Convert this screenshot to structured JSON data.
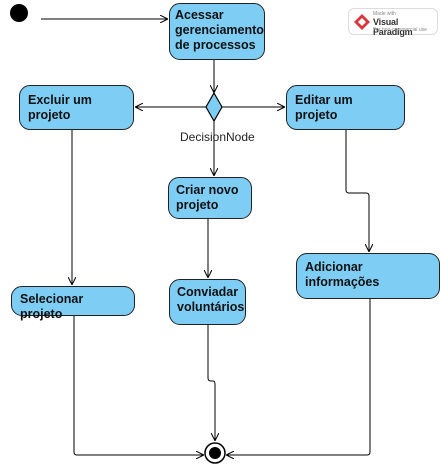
{
  "nodes": {
    "acessar": {
      "lines": [
        "Acessar",
        "gerenciamento",
        "de processos"
      ]
    },
    "excluir": {
      "lines": [
        "Excluir um projeto"
      ]
    },
    "editar": {
      "lines": [
        "Editar um projeto"
      ]
    },
    "criar": {
      "lines": [
        "Criar novo",
        "projeto"
      ]
    },
    "selecionar": {
      "lines": [
        "Selecionar projeto"
      ]
    },
    "conviadar": {
      "lines": [
        "Conviadar",
        "voluntários"
      ]
    },
    "adicionar": {
      "lines": [
        "Adicionar informações"
      ]
    }
  },
  "decision_label": "DecisionNode",
  "watermark": {
    "small": "Made with",
    "brand": "Visual Paradigm",
    "sub": "For non-commercial use"
  },
  "colors": {
    "activity_fill": "#7dcdf5",
    "decision_fill": "#7dcdf5",
    "stroke": "#000000"
  }
}
